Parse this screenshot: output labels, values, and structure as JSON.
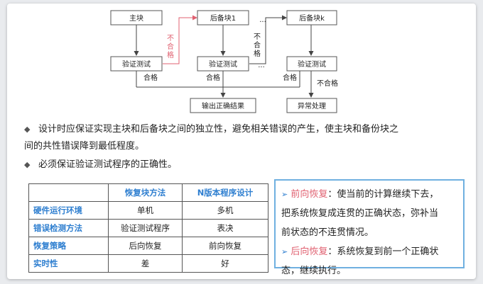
{
  "diagram": {
    "boxes": {
      "main": "主块",
      "backup1": "后备块1",
      "backupk": "后备块k",
      "test1": "验证测试",
      "test2": "验证测试",
      "test3": "验证测试",
      "output": "输出正确结果",
      "error": "异常处理"
    },
    "ellipsis_top": "...",
    "ellipsis_mid": "...",
    "labels": {
      "fail_red_1": "不",
      "fail_red_2": "合",
      "fail_red_3": "格",
      "fail_mid_1": "不",
      "fail_mid_2": "合",
      "fail_mid_3": "格",
      "pass1": "合格",
      "pass2": "合格",
      "pass3": "合格",
      "fail_right": "不合格"
    }
  },
  "bullets": {
    "mark": "◆",
    "b1_line1": "设计时应保证实现主块和后备块之间的独立性，避免相关错误的产生，使主块和备份块之",
    "b1_line2": "间的共性错误降到最低程度。",
    "b2": "必须保证验证测试程序的正确性。"
  },
  "table": {
    "headers": [
      "",
      "恢复块方法",
      "N版本程序设计"
    ],
    "rows": [
      [
        "硬件运行环境",
        "单机",
        "多机"
      ],
      [
        "错误检测方法",
        "验证测试程序",
        "表决"
      ],
      [
        "恢复策略",
        "后向恢复",
        "前向恢复"
      ],
      [
        "实时性",
        "差",
        "好"
      ]
    ]
  },
  "note": {
    "marker": "➢",
    "forward_term": "前向恢复",
    "forward_text_1": "：使当前的计算继续下去，",
    "forward_text_2": "把系统恢复成连贯的正确状态，弥补当",
    "forward_text_3": "前状态的不连贯情况。",
    "backward_term": "后向恢复",
    "backward_text_1": "：系统恢复到前一个正确状",
    "backward_text_2": "态，继续执行。"
  },
  "colors": {
    "accent_blue": "#2f7fd0",
    "accent_red": "#e06070",
    "note_border": "#6fb0e0"
  }
}
